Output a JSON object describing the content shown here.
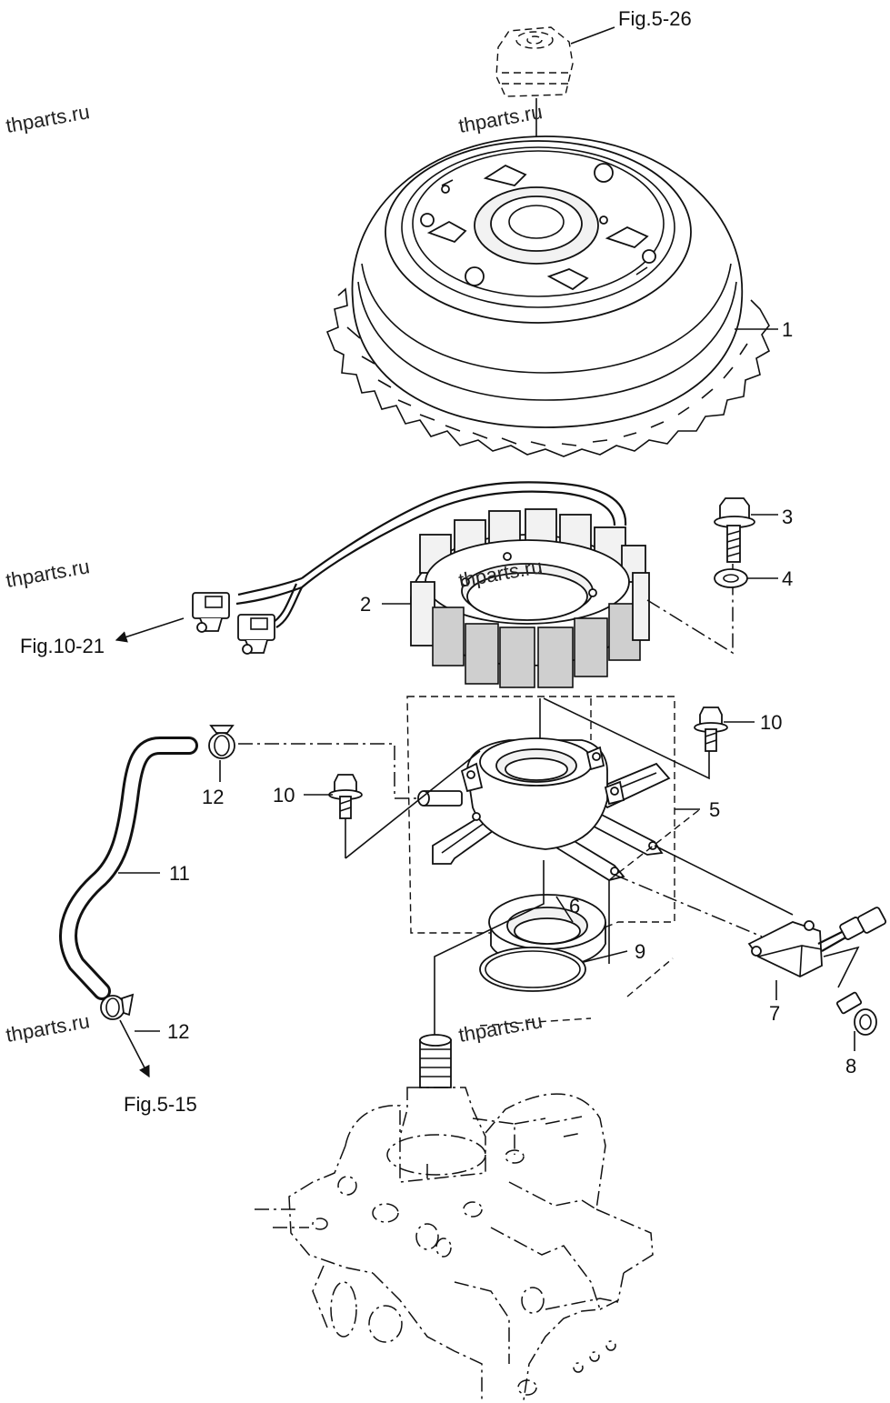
{
  "watermarks": [
    {
      "id": "wm1",
      "text": "thparts.ru"
    },
    {
      "id": "wm2",
      "text": "thparts.ru"
    },
    {
      "id": "wm3",
      "text": "thparts.ru"
    },
    {
      "id": "wm4",
      "text": "thparts.ru"
    },
    {
      "id": "wm5",
      "text": "thparts.ru"
    },
    {
      "id": "wm6",
      "text": "thparts.ru"
    }
  ],
  "figure_refs": [
    {
      "id": "fig-5-26",
      "text": "Fig.5-26"
    },
    {
      "id": "fig-10-21",
      "text": "Fig.10-21"
    },
    {
      "id": "fig-5-15",
      "text": "Fig.5-15"
    }
  ],
  "callouts": [
    {
      "id": "c1",
      "text": "1"
    },
    {
      "id": "c2",
      "text": "2"
    },
    {
      "id": "c3",
      "text": "3"
    },
    {
      "id": "c4",
      "text": "4"
    },
    {
      "id": "c5",
      "text": "5"
    },
    {
      "id": "c6",
      "text": "6"
    },
    {
      "id": "c7",
      "text": "7"
    },
    {
      "id": "c8",
      "text": "8"
    },
    {
      "id": "c9",
      "text": "9"
    },
    {
      "id": "c10a",
      "text": "10"
    },
    {
      "id": "c10b",
      "text": "10"
    },
    {
      "id": "c11",
      "text": "11"
    },
    {
      "id": "c12a",
      "text": "12"
    },
    {
      "id": "c12b",
      "text": "12"
    }
  ]
}
